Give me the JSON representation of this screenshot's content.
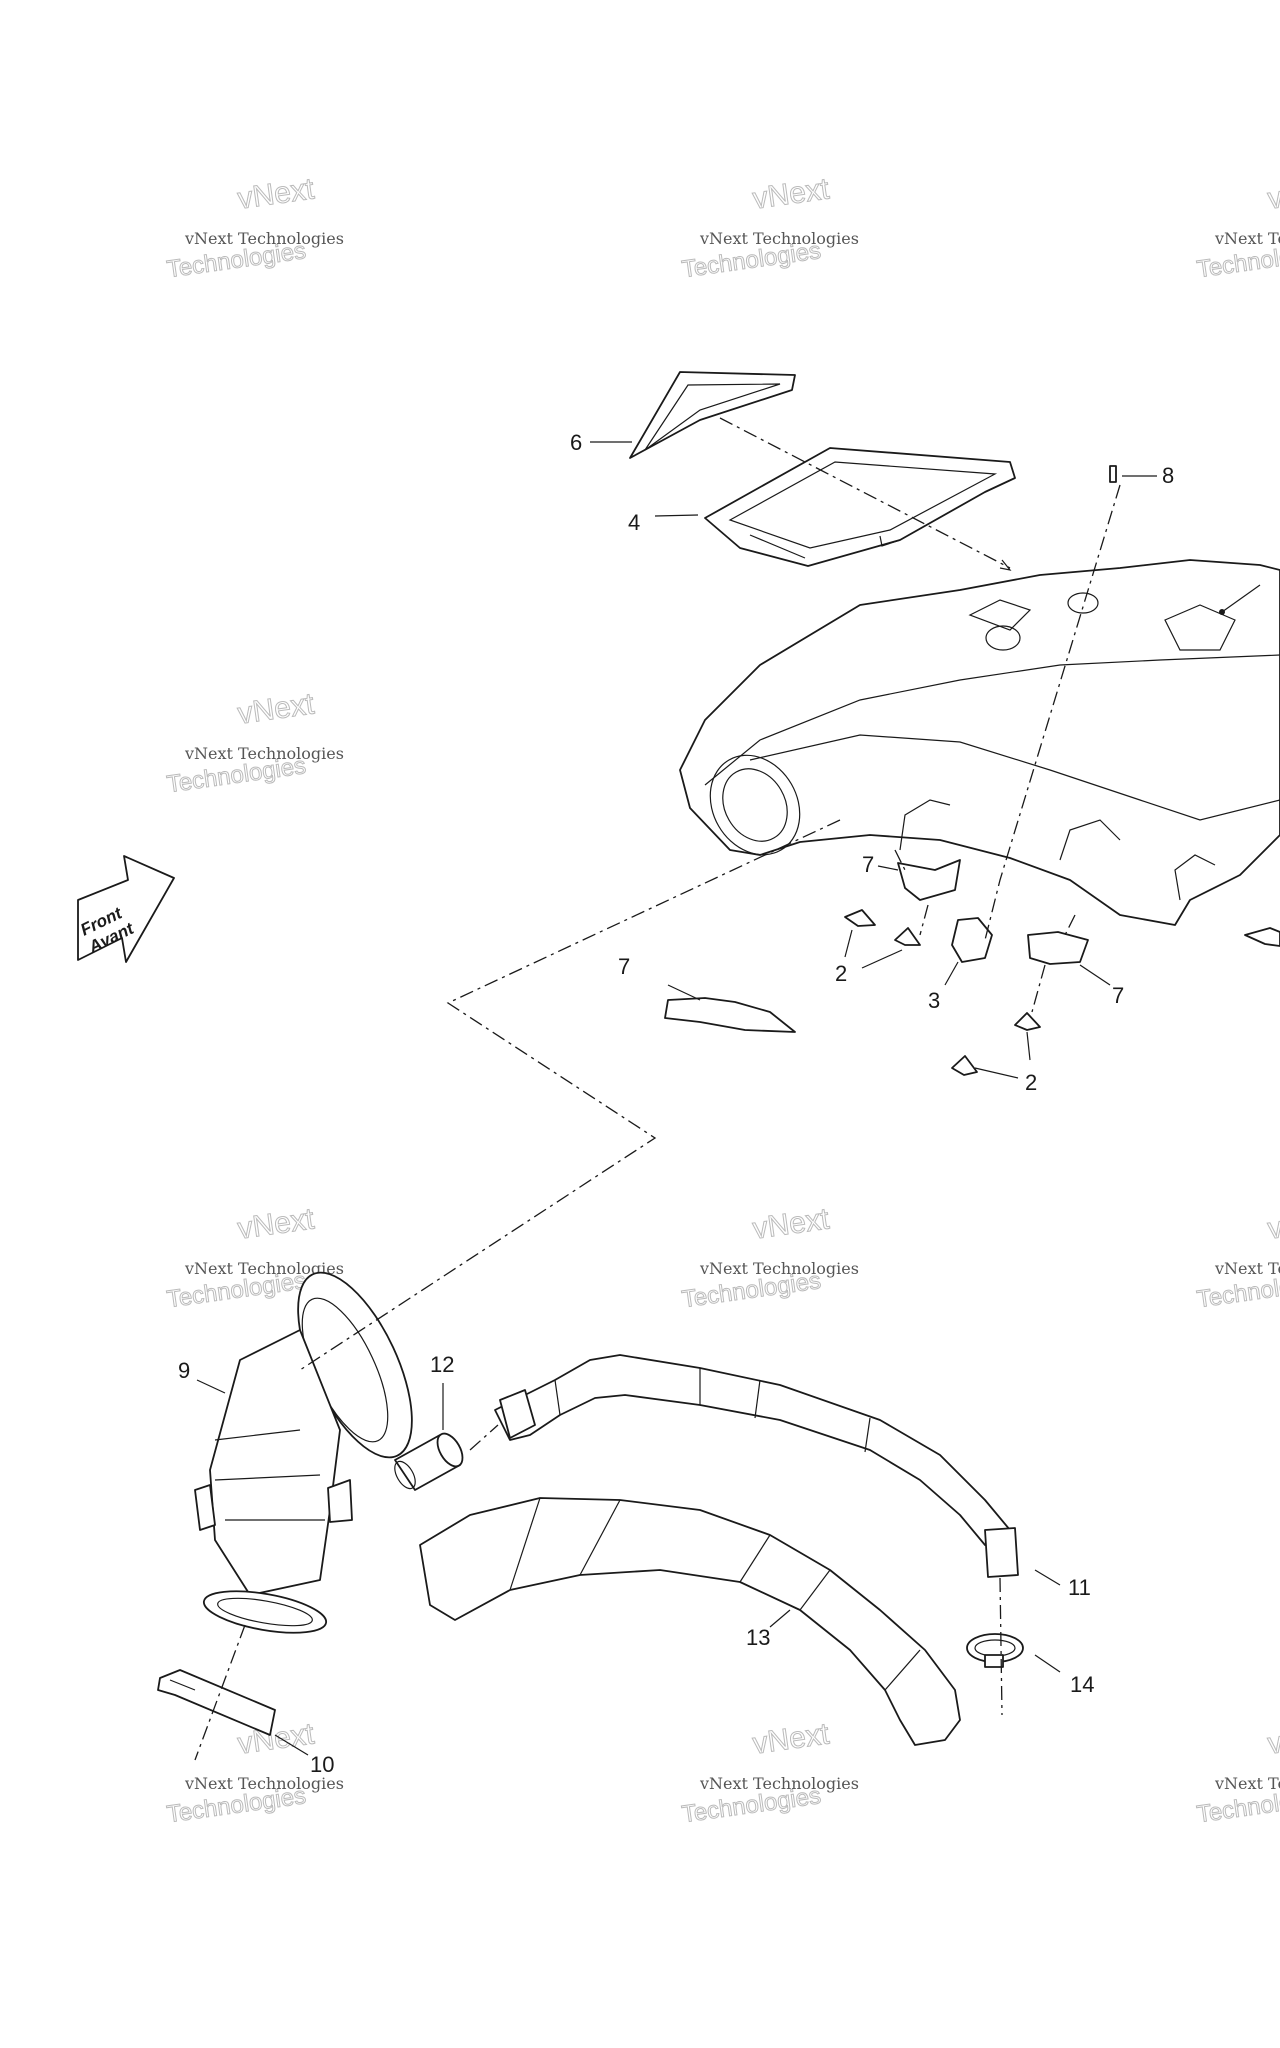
{
  "diagram": {
    "callouts": [
      "6",
      "4",
      "8",
      "7",
      "2",
      "3",
      "7",
      "7",
      "2",
      "9",
      "12",
      "11",
      "13",
      "14",
      "10"
    ],
    "front_label": {
      "line1": "Front",
      "line2": "Avant"
    },
    "watermark": {
      "line1": "vNext Technologies",
      "line2": "vNext",
      "line3": "Technologies"
    }
  }
}
